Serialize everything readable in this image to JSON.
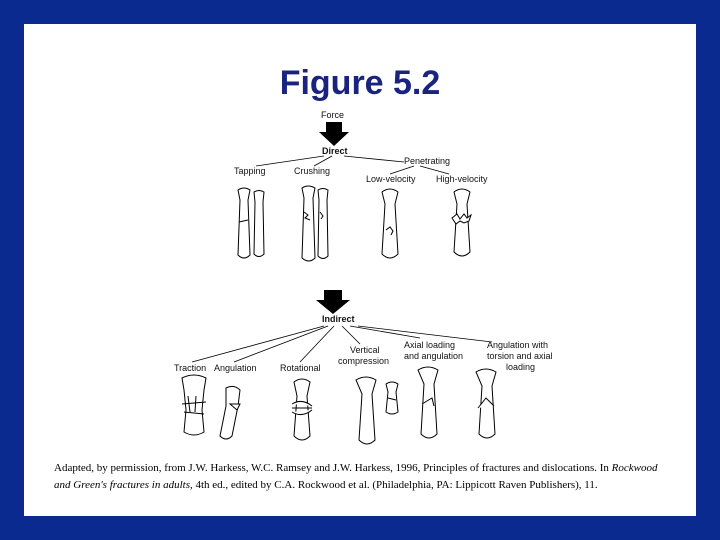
{
  "slide": {
    "title": "Figure 5.2",
    "background_color": "#0b2a8f",
    "title_color": "#1a237e"
  },
  "diagram": {
    "force_label": "Force",
    "direct": {
      "label": "Direct",
      "branches": [
        "Tapping",
        "Crushing",
        "Penetrating"
      ],
      "penetrating_branches": [
        "Low-velocity",
        "High-velocity"
      ]
    },
    "indirect": {
      "label": "Indirect",
      "branches": [
        "Traction",
        "Angulation",
        "Rotational"
      ],
      "vertical_compression": [
        "Vertical",
        "compression"
      ],
      "axial_angulation": [
        "Axial loading",
        "and angulation"
      ],
      "angulation_torsion": [
        "Angulation with",
        "torsion and axial",
        "loading"
      ]
    }
  },
  "caption": {
    "prefix": "Adapted, by permission, from J.W. Harkess, W.C. Ramsey and J.W. Harkess, 1996, Principles of fractures and dislocations. In",
    "book_title": "Rockwood and Green's fractures in adults,",
    "suffix": " 4th ed., edited by C.A. Rockwood et al. (Philadelphia, PA: Lippicott Raven Publishers), 11."
  }
}
